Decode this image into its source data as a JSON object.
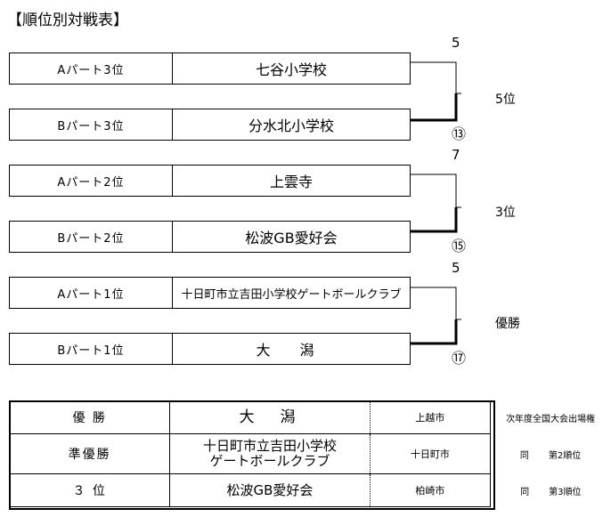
{
  "title": "【順位別対戦表】",
  "matches": [
    {
      "top": {
        "part": "Aパート3位",
        "team": "七谷小学校"
      },
      "bottom": {
        "part": "Bパート3位",
        "team": "分水北小学校"
      },
      "score": "5",
      "result": "5位",
      "game_no": "⑬"
    },
    {
      "top": {
        "part": "Aパート2位",
        "team": "上雲寺"
      },
      "bottom": {
        "part": "Bパート2位",
        "team": "松波GB愛好会"
      },
      "score": "7",
      "result": "3位",
      "game_no": "⑮"
    },
    {
      "top": {
        "part": "Aパート1位",
        "team": "十日町市立吉田小学校ゲートボールクラブ"
      },
      "bottom": {
        "part": "Bパート1位",
        "team": "大 潟"
      },
      "score": "5",
      "result": "優勝",
      "game_no": "⑰"
    }
  ],
  "summary": [
    {
      "rank": "優 勝",
      "team_line1": "大　潟",
      "team_line2": "",
      "city": "上越市",
      "note": "次年度全国大会出場権",
      "note_prefix": ""
    },
    {
      "rank": "準優勝",
      "team_line1": "十日町市立吉田小学校",
      "team_line2": "ゲートボールクラブ",
      "city": "十日町市",
      "note_prefix": "同",
      "note": "第2順位"
    },
    {
      "rank": "３ 位",
      "team_line1": "松波GB愛好会",
      "team_line2": "",
      "city": "柏崎市",
      "note_prefix": "同",
      "note": "第3順位"
    }
  ]
}
